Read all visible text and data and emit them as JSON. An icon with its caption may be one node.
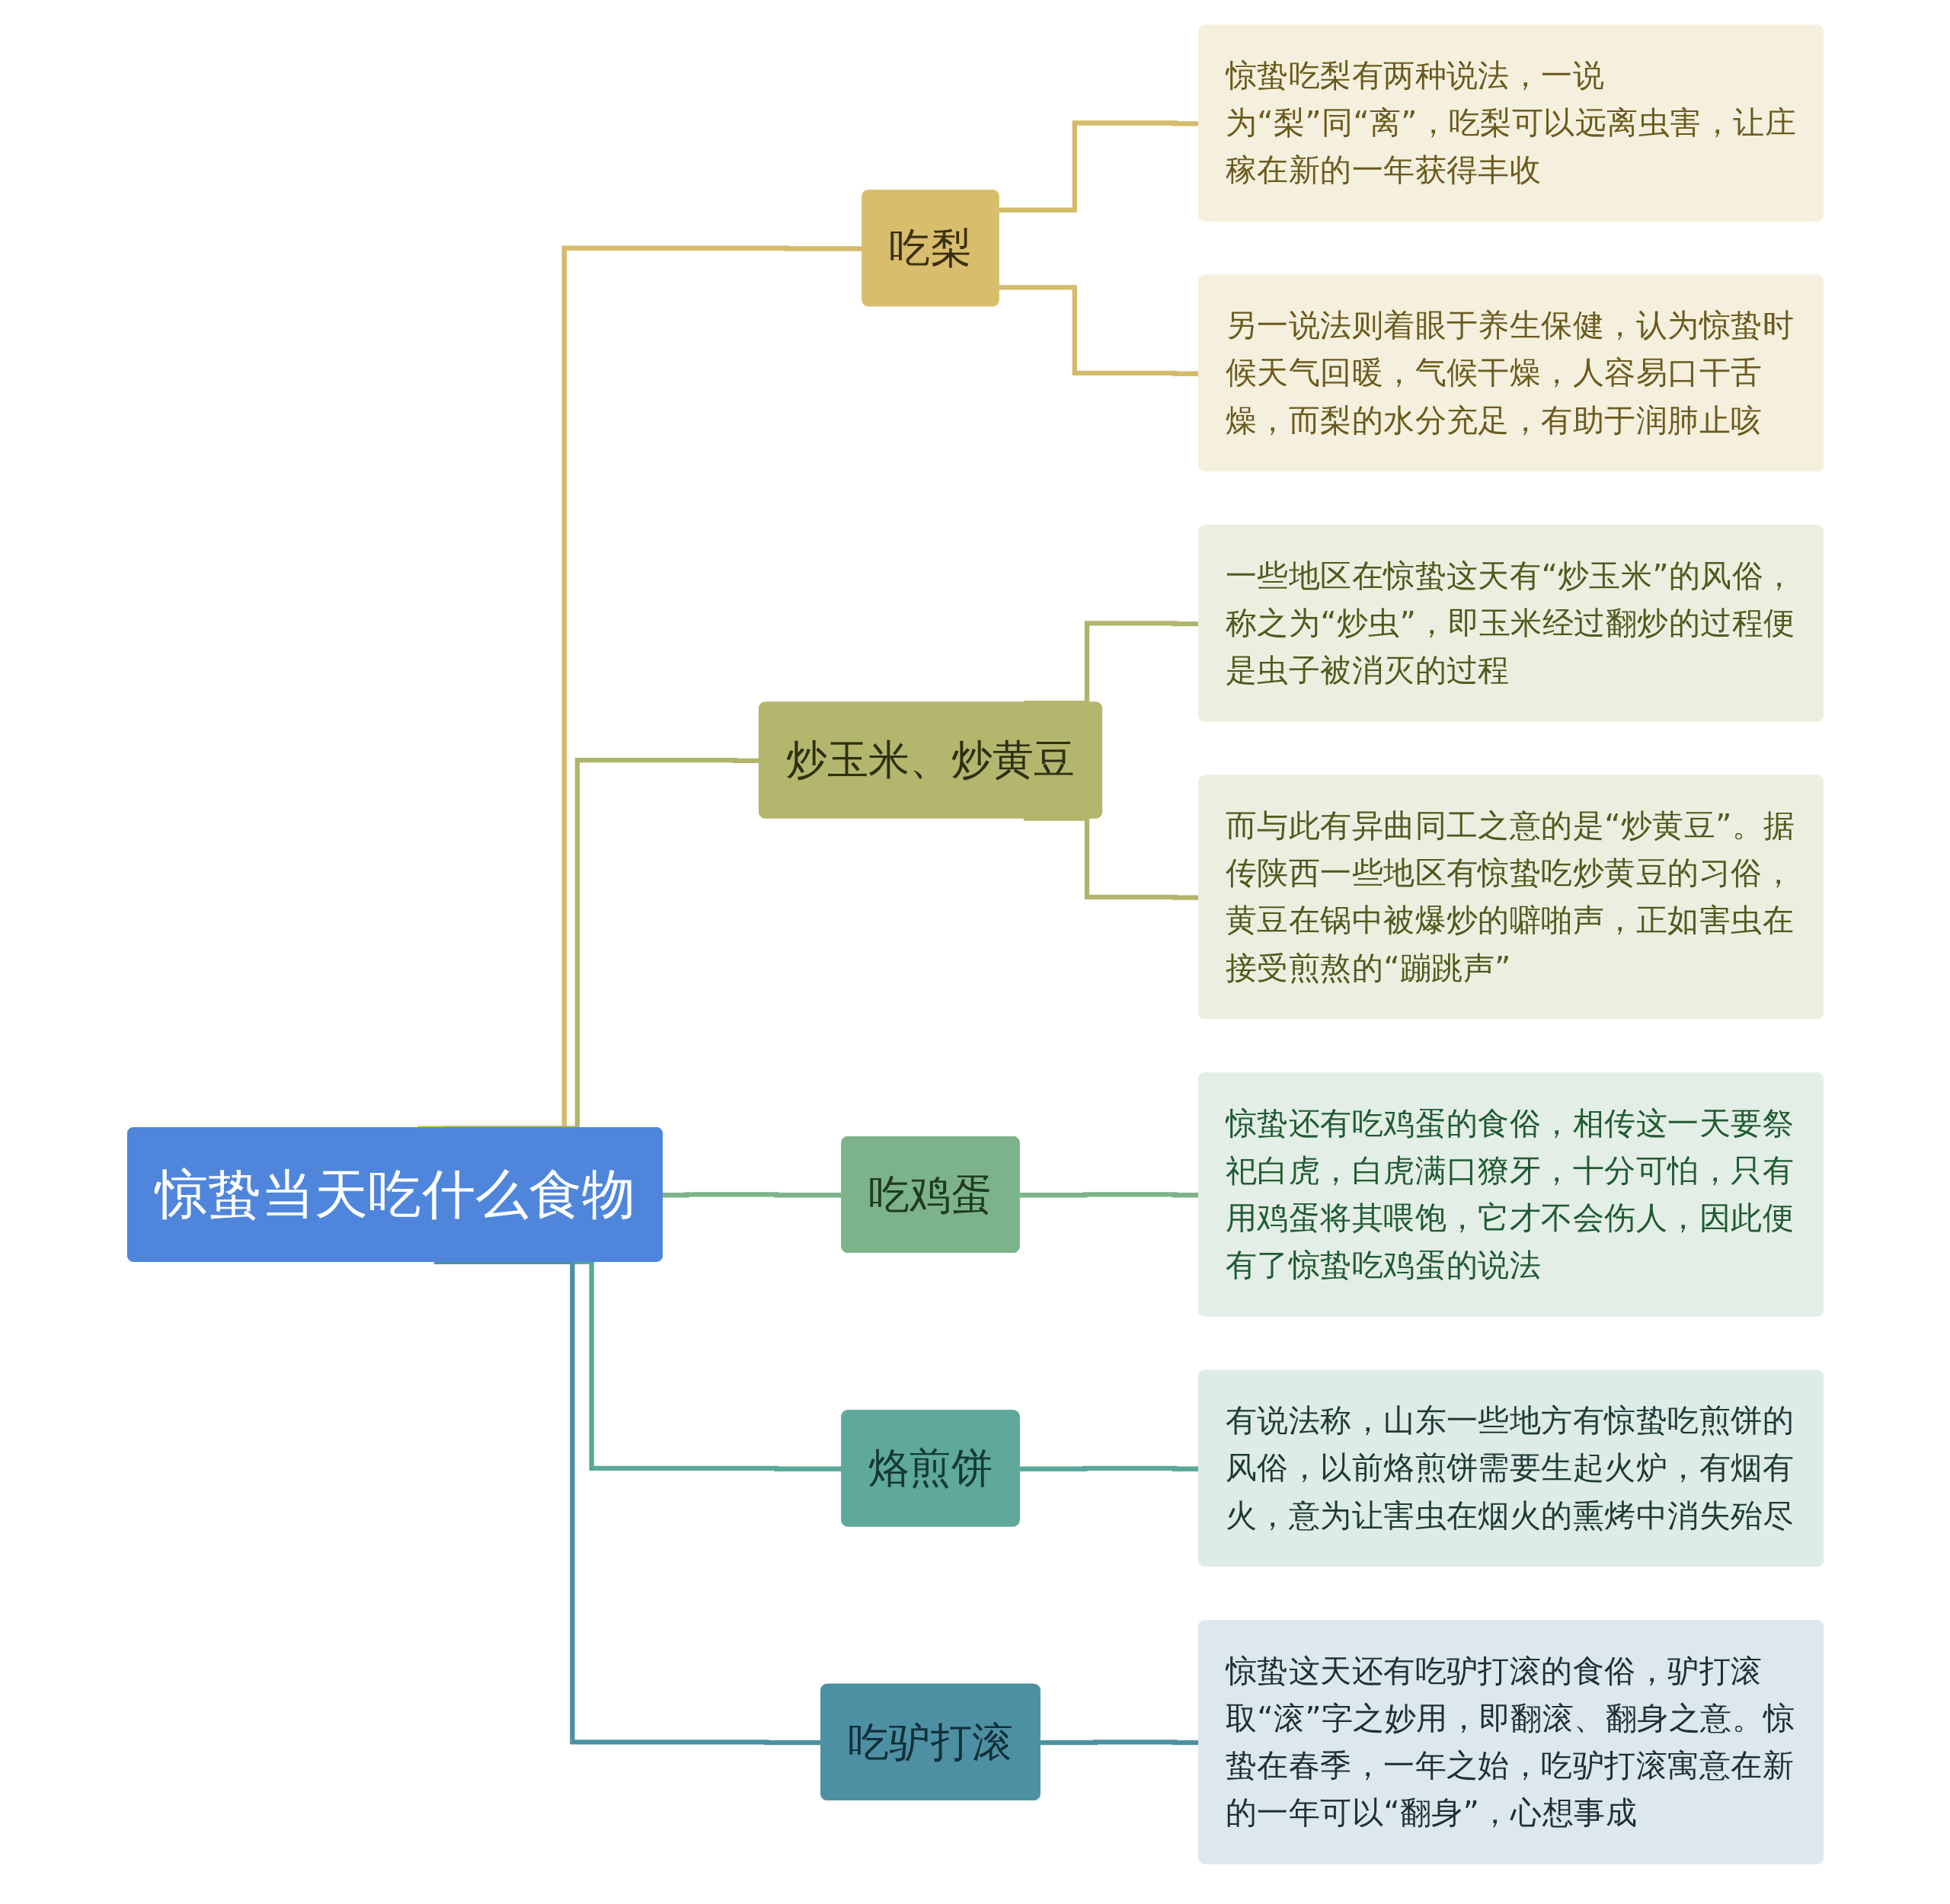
{
  "diagram": {
    "nodes": [
      {
        "text": [
          "惊蛰当天吃什么食物"
        ]
      },
      {
        "text": [
          "吃梨"
        ]
      },
      {
        "text": [
          "惊蛰吃梨有两种说法，一说为“梨”同“离”，吃梨可以远离虫害，让庄稼在新的一年获得丰收"
        ]
      },
      {
        "text": [
          "另一说法则着眼于养生保健，认为惊蛰时候天气回暖，气候干燥，人容易口干舌燥，而梨的水分充足，有助于润肺止咳"
        ]
      },
      {
        "text": [
          "炒玉米、炒黄豆"
        ]
      },
      {
        "text": [
          "一些地区在惊蛰这天有“炒玉米”的风俗，称之为“炒虫”，即玉米经过翻炒的过程便是虫子被消灭的过程"
        ]
      },
      {
        "text": [
          "而与此有异曲同工之意的是“炒黄豆”。据传陕西一些地区有惊蛰吃炒黄豆的习俗，黄豆在锅中被爆炒的噼啪声，正如害虫在接受煎熬的“蹦跳声”"
        ]
      },
      {
        "text": [
          "吃鸡蛋"
        ]
      },
      {
        "text": [
          "惊蛰还有吃鸡蛋的食俗，相传这一天要祭祀白虎，白虎满口獠牙，十分可怕，只有用鸡蛋将其喂饱，它才不会伤人，因此便有了惊蛰吃鸡蛋的说法"
        ]
      },
      {
        "text": [
          "烙煎饼"
        ]
      },
      {
        "text": [
          "有说法称，山东一些地方有惊蛰吃煎饼的风俗，以前烙煎饼需要生起火炉，有烟有火，意为让害虫在烟火的熏烤中消失殆尽"
        ]
      },
      {
        "text": [
          "吃驴打滚"
        ]
      },
      {
        "text": [
          "惊蛰这天还有吃驴打滚的食俗，驴打滚取“滚”字之妙用，即翻滚、翻身之意。惊蛰在春季，一年之始，吃驴打滚寓意在新的一年可以“翻身”，心想事成"
        ]
      }
    ],
    "edges": [
      {
        "from": 0,
        "to": 1,
        "arrow": "none",
        "color": "#d4bb6a"
      },
      {
        "from": 1,
        "to": 2,
        "arrow": "none",
        "color": "#d4bb6a"
      },
      {
        "from": 1,
        "to": 3,
        "arrow": "none",
        "color": "#d4bb6a"
      },
      {
        "from": 0,
        "to": 4,
        "arrow": "none",
        "color": "#b0b56c"
      },
      {
        "from": 4,
        "to": 5,
        "arrow": "none",
        "color": "#b0b56c"
      },
      {
        "from": 4,
        "to": 6,
        "arrow": "none",
        "color": "#b0b56c"
      },
      {
        "from": 0,
        "to": 7,
        "arrow": "none",
        "color": "#7db38a"
      },
      {
        "from": 7,
        "to": 8,
        "arrow": "none",
        "color": "#7db38a"
      },
      {
        "from": 0,
        "to": 9,
        "arrow": "none",
        "color": "#5aa899"
      },
      {
        "from": 9,
        "to": 10,
        "arrow": "none",
        "color": "#5aa899"
      },
      {
        "from": 0,
        "to": 11,
        "arrow": "none",
        "color": "#4e90a3"
      },
      {
        "from": 11,
        "to": 12,
        "arrow": "none",
        "color": "#4e90a3"
      }
    ]
  }
}
